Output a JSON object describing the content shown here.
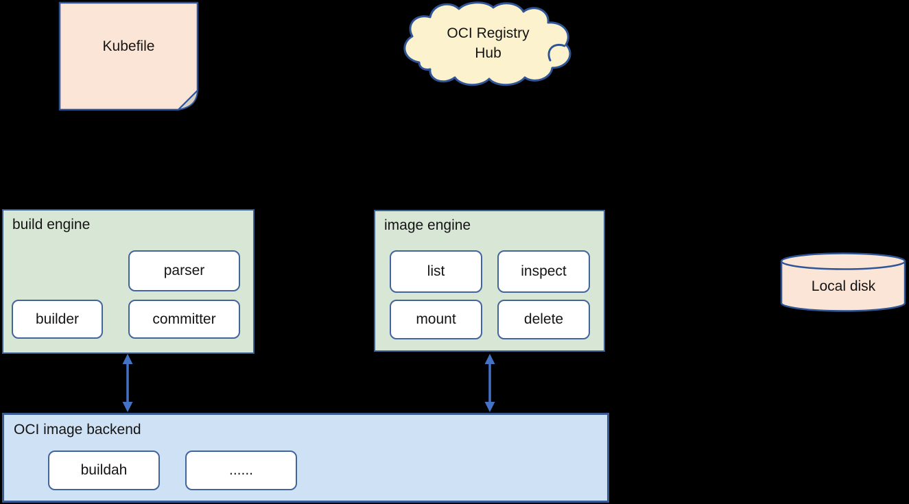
{
  "kubefile": {
    "label": "Kubefile"
  },
  "registry_hub": {
    "line1": "OCI Registry",
    "line2": "Hub"
  },
  "local_disk": {
    "label": "Local disk"
  },
  "build_engine": {
    "title": "build engine",
    "chips": {
      "parser": "parser",
      "builder": "builder",
      "committer": "committer"
    }
  },
  "image_engine": {
    "title": "image engine",
    "chips": {
      "list": "list",
      "inspect": "inspect",
      "mount": "mount",
      "delete": "delete"
    }
  },
  "oci_backend": {
    "title": "OCI image backend",
    "chips": {
      "buildah": "buildah",
      "others": "......"
    }
  },
  "colors": {
    "background": "#000000",
    "note_fill": "#fbe5d6",
    "note_fold": "#d8cec2",
    "cloud_fill": "#fdf2ce",
    "engine_fill": "#d7e6d5",
    "backend_fill": "#cee1f5",
    "chip_fill": "#ffffff",
    "shape_stroke": "#2f5597",
    "box_stroke": "#3d6094",
    "arrow": "#4472c4",
    "text": "#141414"
  }
}
